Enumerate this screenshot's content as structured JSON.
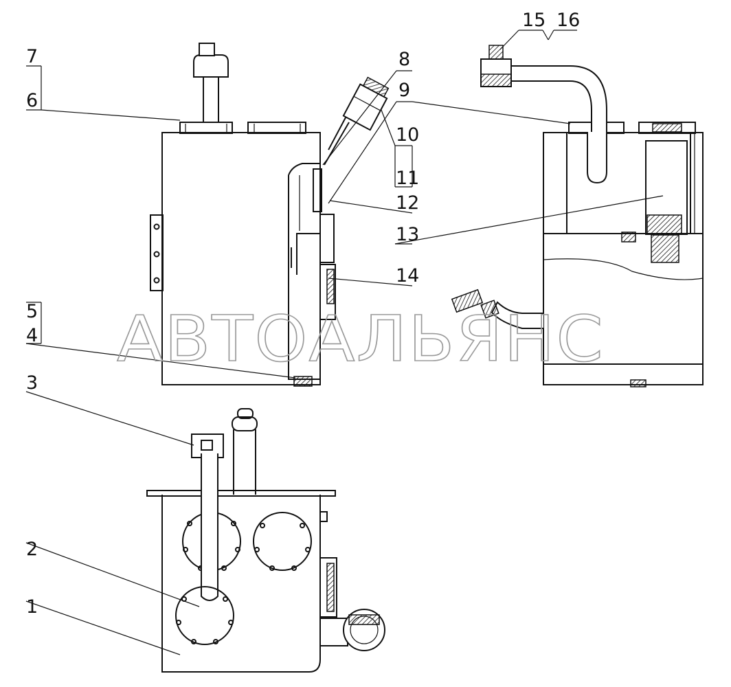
{
  "callouts": [
    "1",
    "2",
    "3",
    "4",
    "5",
    "6",
    "7",
    "8",
    "9",
    "10",
    "11",
    "12",
    "13",
    "14",
    "15",
    "16"
  ],
  "watermark": "АВТОАЛЬЯНС"
}
